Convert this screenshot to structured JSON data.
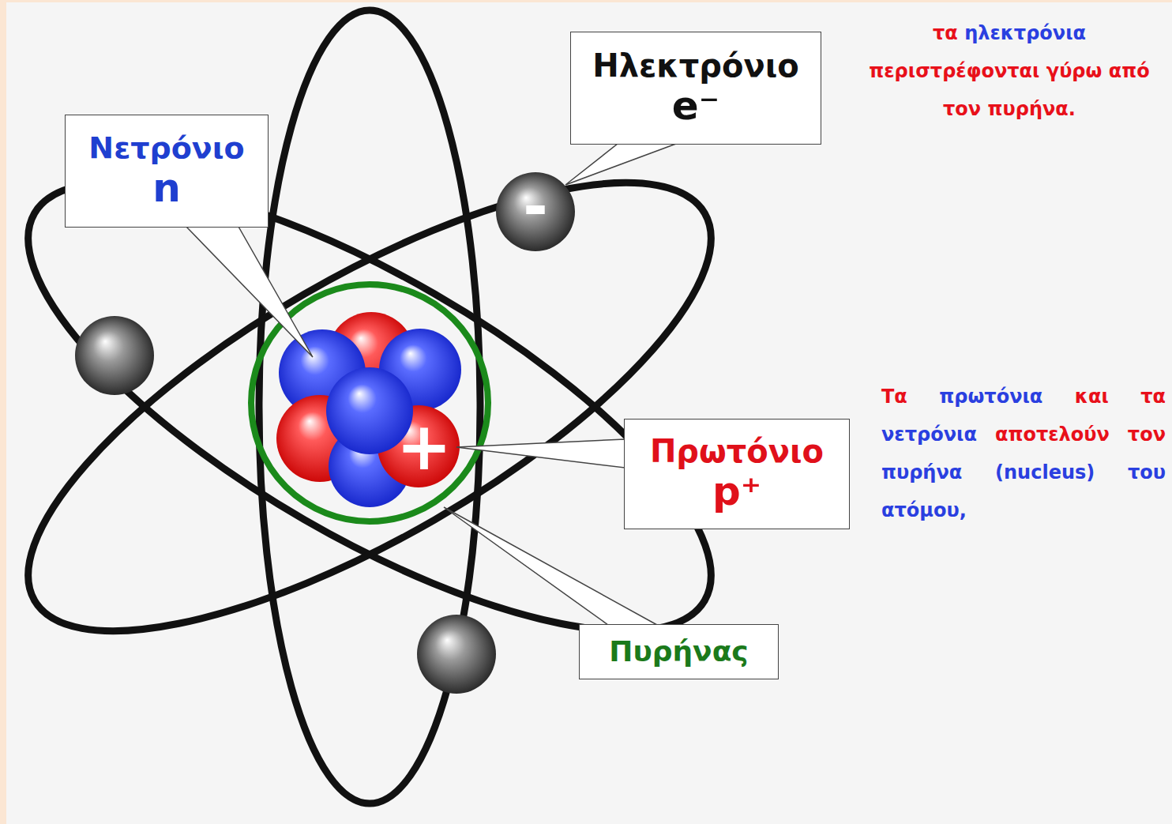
{
  "diagram": {
    "nodes": [
      {
        "text": [
          "Ηλεκτρόνιο",
          "e⁻"
        ]
      },
      {
        "text": [
          "Νετρόνιο",
          "n"
        ]
      },
      {
        "text": [
          "Πρωτόνιο",
          "p⁺"
        ]
      },
      {
        "text": [
          "Πυρήνας"
        ]
      }
    ],
    "edges": [],
    "labels": [
      "τα ηλεκτρόνια περιστρέφονται γύρω από τον πυρήνα.",
      "-",
      "Τα πρωτόνια και τα νετρόνια αποτελούν τον πυρήνα (nucleus) του ατόμου,",
      "+"
    ]
  }
}
